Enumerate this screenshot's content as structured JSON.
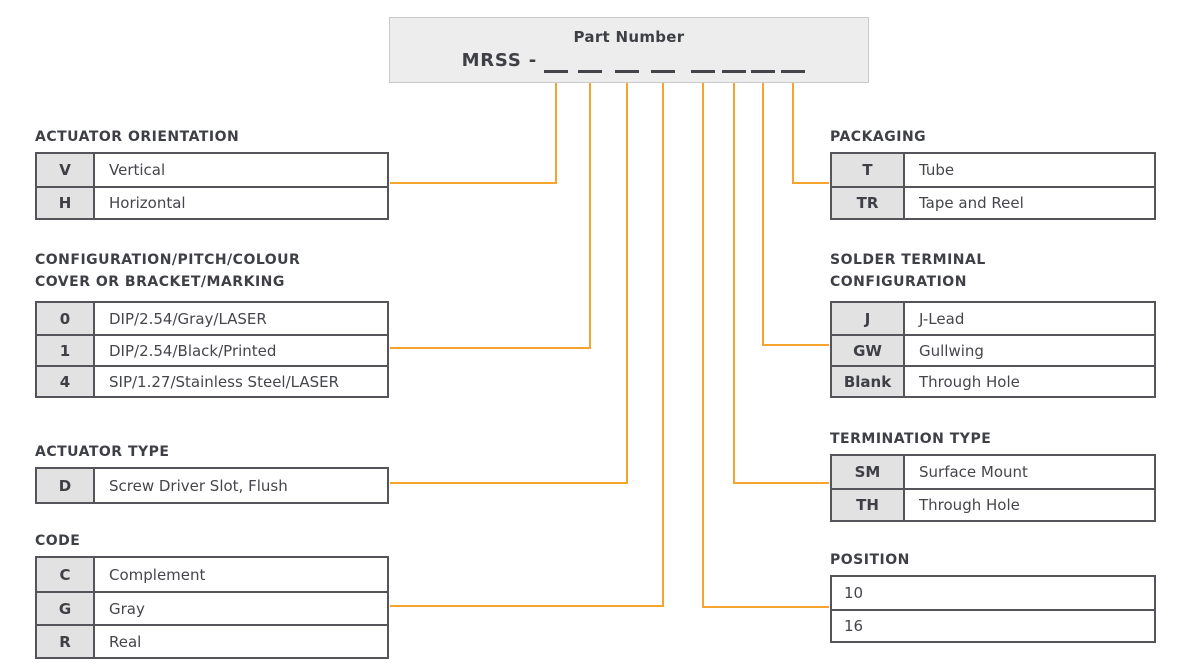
{
  "part_number": {
    "title": "Part Number",
    "prefix": "MRSS -",
    "blank_count": 8
  },
  "colors": {
    "accent_orange": "#F5A42F",
    "table_border": "#53555A",
    "code_cell_bg": "#E2E2E3",
    "box_bg": "#EDEDEE",
    "heading_text": "#3E4045"
  },
  "sections": [
    {
      "id": "actuator-orientation",
      "title_lines": [
        "ACTUATOR ORIENTATION"
      ],
      "rows": [
        {
          "code": "V",
          "label": "Vertical"
        },
        {
          "code": "H",
          "label": "Horizontal"
        }
      ]
    },
    {
      "id": "configuration",
      "title_lines": [
        "CONFIGURATION/PITCH/COLOUR",
        "COVER OR BRACKET/MARKING"
      ],
      "rows": [
        {
          "code": "0",
          "label": "DIP/2.54/Gray/LASER"
        },
        {
          "code": "1",
          "label": "DIP/2.54/Black/Printed"
        },
        {
          "code": "4",
          "label": "SIP/1.27/Stainless Steel/LASER"
        }
      ]
    },
    {
      "id": "actuator-type",
      "title_lines": [
        "ACTUATOR TYPE"
      ],
      "rows": [
        {
          "code": "D",
          "label": "Screw Driver Slot, Flush"
        }
      ]
    },
    {
      "id": "code",
      "title_lines": [
        "CODE"
      ],
      "rows": [
        {
          "code": "C",
          "label": "Complement"
        },
        {
          "code": "G",
          "label": "Gray"
        },
        {
          "code": "R",
          "label": "Real"
        }
      ]
    },
    {
      "id": "packaging",
      "title_lines": [
        "PACKAGING"
      ],
      "rows": [
        {
          "code": "T",
          "label": "Tube"
        },
        {
          "code": "TR",
          "label": "Tape and Reel"
        }
      ]
    },
    {
      "id": "solder-terminal-configuration",
      "title_lines": [
        "SOLDER TERMINAL",
        "CONFIGURATION"
      ],
      "rows": [
        {
          "code": "J",
          "label": "J-Lead"
        },
        {
          "code": "GW",
          "label": "Gullwing"
        },
        {
          "code": "Blank",
          "label": "Through Hole"
        }
      ]
    },
    {
      "id": "termination-type",
      "title_lines": [
        "TERMINATION TYPE"
      ],
      "rows": [
        {
          "code": "SM",
          "label": "Surface Mount"
        },
        {
          "code": "TH",
          "label": "Through Hole"
        }
      ]
    },
    {
      "id": "position",
      "title_lines": [
        "POSITION"
      ],
      "rows": [
        {
          "label": "10"
        },
        {
          "label": "16"
        }
      ]
    }
  ]
}
